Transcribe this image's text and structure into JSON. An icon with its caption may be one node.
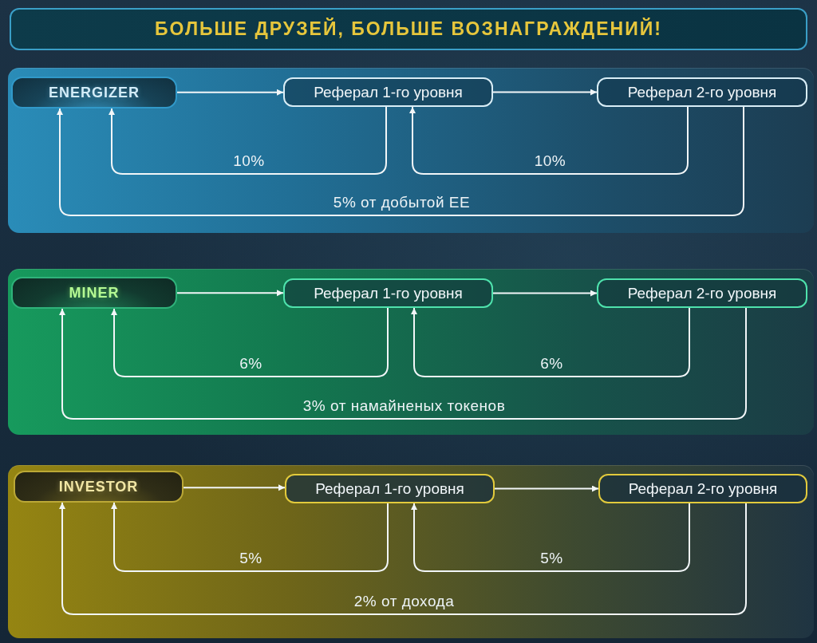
{
  "diagram": {
    "title": "БОЛЬШЕ ДРУЗЕЙ, БОЛЬШЕ ВОЗНАГРАЖДЕНИЙ!",
    "nodes": [
      {
        "text": [],
        "shape": "box"
      },
      {
        "text": [
          "ENERGIZER"
        ],
        "in": 0
      },
      {
        "text": [
          "Реферал 1-го уровня"
        ],
        "in": 0
      },
      {
        "text": [
          "Реферал 2-го уровня"
        ],
        "in": 0
      },
      {
        "text": [],
        "shape": "box"
      },
      {
        "text": [
          "MINER"
        ],
        "in": 4
      },
      {
        "text": [
          "Реферал 1-го уровня"
        ],
        "in": 4
      },
      {
        "text": [
          "Реферал 2-го уровня"
        ],
        "in": 4
      },
      {
        "text": [],
        "shape": "box"
      },
      {
        "text": [
          "INVESTOR"
        ],
        "in": 8
      },
      {
        "text": [
          "Реферал 1-го уровня"
        ],
        "in": 8
      },
      {
        "text": [
          "Реферал 2-го уровня"
        ],
        "in": 8
      }
    ],
    "edges": [
      {
        "from": 1,
        "to": 2,
        "arrow": "to"
      },
      {
        "from": 2,
        "to": 3,
        "arrow": "to"
      },
      {
        "from": 2,
        "to": 1,
        "arrow": "to",
        "label": "10%"
      },
      {
        "from": 3,
        "to": 2,
        "arrow": "to",
        "label": "10%"
      },
      {
        "from": 3,
        "to": 1,
        "arrow": "to",
        "label": "5% от добытой EE"
      },
      {
        "from": 5,
        "to": 6,
        "arrow": "to"
      },
      {
        "from": 6,
        "to": 7,
        "arrow": "to"
      },
      {
        "from": 6,
        "to": 5,
        "arrow": "to",
        "label": "6%"
      },
      {
        "from": 7,
        "to": 6,
        "arrow": "to",
        "label": "6%"
      },
      {
        "from": 7,
        "to": 5,
        "arrow": "to",
        "label": "3% от намайненых токенов"
      },
      {
        "from": 9,
        "to": 10,
        "arrow": "to"
      },
      {
        "from": 10,
        "to": 11,
        "arrow": "to"
      },
      {
        "from": 10,
        "to": 9,
        "arrow": "to",
        "label": "5%"
      },
      {
        "from": 11,
        "to": 10,
        "arrow": "to",
        "label": "5%"
      },
      {
        "from": 11,
        "to": 9,
        "arrow": "to",
        "label": "2% от дохода"
      }
    ]
  }
}
